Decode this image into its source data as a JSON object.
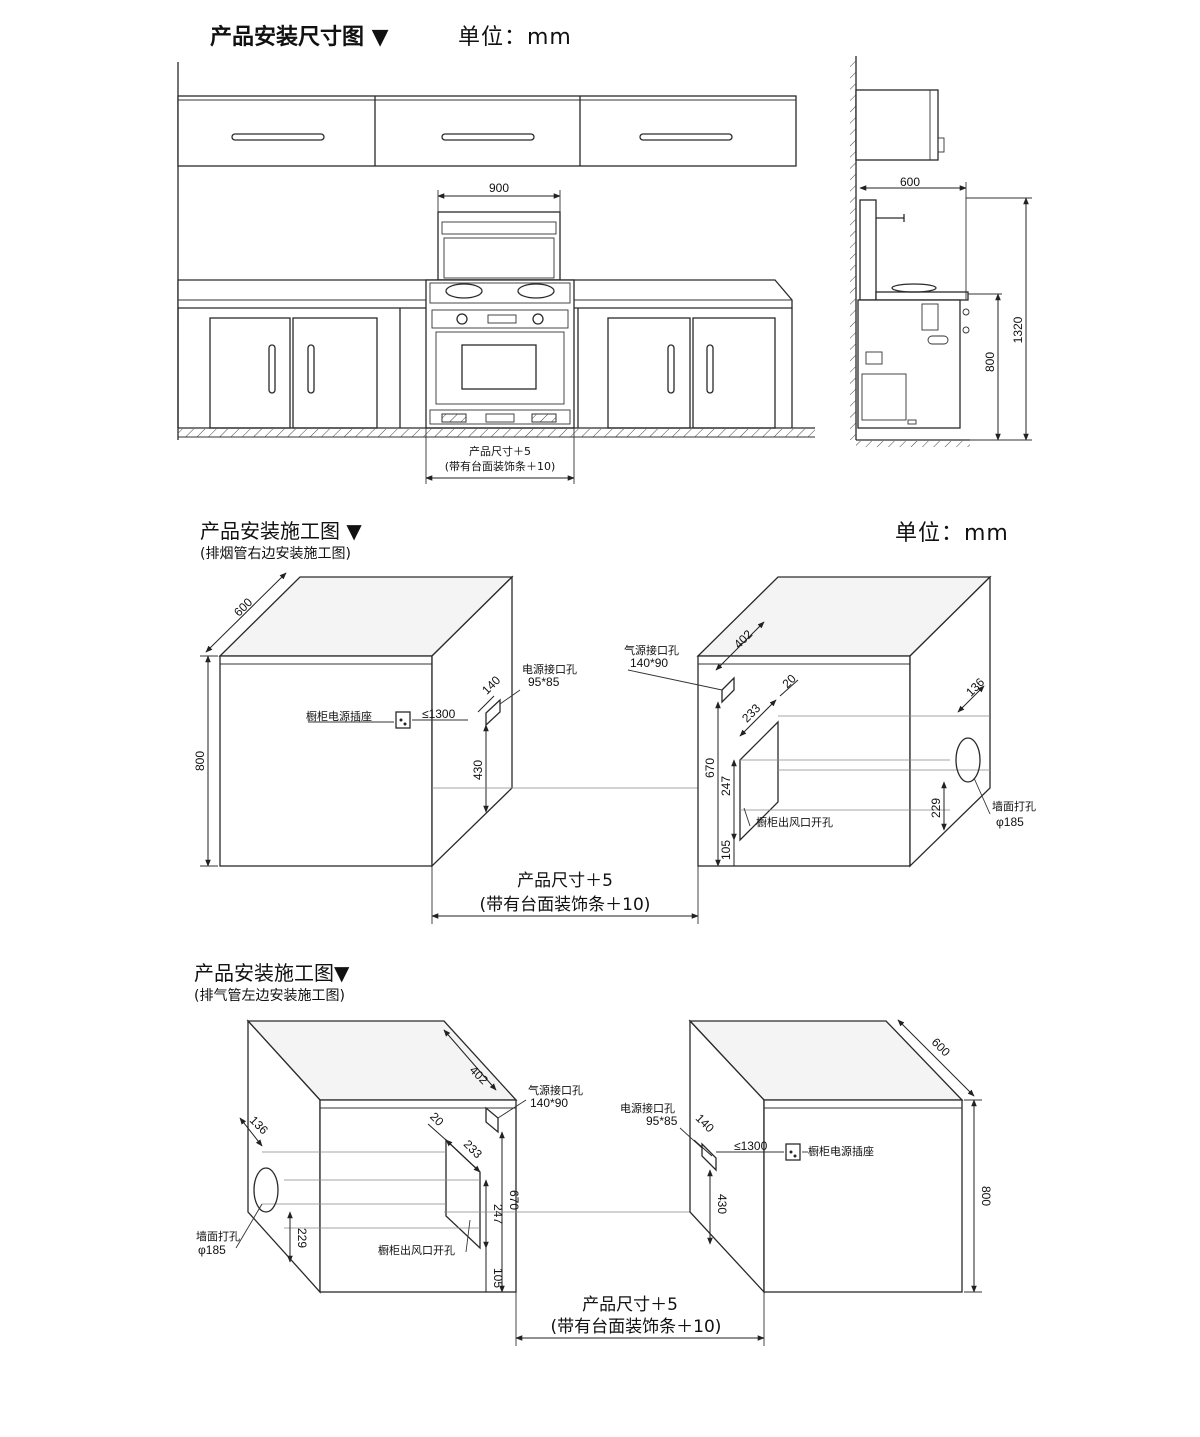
{
  "section1": {
    "title": "产品安装尺寸图 ▼",
    "unit": "单位：mm",
    "dim_width": "900",
    "product_size": "产品尺寸＋5",
    "with_trim": "(带有台面装饰条＋10)",
    "side_depth": "600",
    "side_h1": "1320",
    "side_h2": "800"
  },
  "section2": {
    "title": "产品安装施工图 ▼",
    "subtitle": "(排烟管右边安装施工图)",
    "unit": "单位：mm",
    "left_cab": {
      "depth": "600",
      "height": "800",
      "socket_label": "橱柜电源插座",
      "max_height": "≤1300",
      "power_hole_label": "电源接口孔",
      "power_hole_size": "95*85",
      "d140": "140",
      "d430": "430"
    },
    "right_cab": {
      "gas_hole_label": "气源接口孔",
      "gas_hole_size": "140*90",
      "d402": "402",
      "d20": "20",
      "d233": "233",
      "d670": "670",
      "d247": "247",
      "d105": "105",
      "d136": "136",
      "d229": "229",
      "vent_label": "橱柜出风口开孔",
      "wall_hole_label": "墙面打孔",
      "wall_hole_size": "φ185"
    },
    "product_size": "产品尺寸＋5",
    "with_trim": "(带有台面装饰条＋10)"
  },
  "section3": {
    "title": "产品安装施工图▼",
    "subtitle": "(排气管左边安装施工图)",
    "left_cab": {
      "d402": "402",
      "gas_hole_label": "气源接口孔",
      "gas_hole_size": "140*90",
      "d20": "20",
      "d233": "233",
      "d670": "670",
      "d247": "247",
      "d105": "105",
      "d136": "136",
      "d229": "229",
      "wall_hole_label": "墙面打孔",
      "wall_hole_size": "φ185",
      "vent_label": "橱柜出风口开孔"
    },
    "right_cab": {
      "depth": "600",
      "height": "800",
      "power_hole_label": "电源接口孔",
      "power_hole_size": "95*85",
      "d140": "140",
      "max_height": "≤1300",
      "socket_label": "橱柜电源插座",
      "d430": "430"
    },
    "product_size": "产品尺寸＋5",
    "with_trim": "(带有台面装饰条＋10)"
  }
}
